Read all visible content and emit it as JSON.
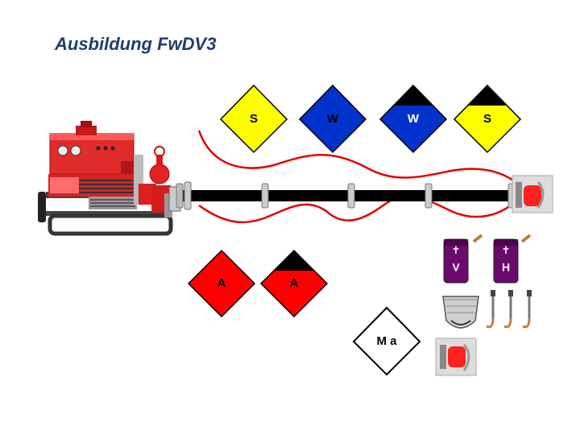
{
  "title": "Ausbildung FwDV3",
  "colors": {
    "title": "#1f3f6e",
    "red": "#ff0000",
    "blue": "#0033cc",
    "yellow": "#ffff00",
    "black": "#000000",
    "purple": "#6a0a6a",
    "hose_line": "#e00000"
  },
  "positions": [
    {
      "label": "S",
      "fill": "yellow",
      "top": "yellow",
      "text_color": "#000000"
    },
    {
      "label": "W",
      "fill": "blue",
      "top": "blue",
      "text_color": "#000000"
    },
    {
      "label": "W",
      "fill": "blue",
      "top": "black",
      "text_color": "#ffffff"
    },
    {
      "label": "S",
      "fill": "yellow",
      "top": "black",
      "text_color": "#000000"
    },
    {
      "label": "A",
      "fill": "red",
      "top": "red",
      "text_color": "#000000"
    },
    {
      "label": "A",
      "fill": "red",
      "top": "black",
      "text_color": "#000000"
    },
    {
      "label": "M a",
      "fill": "white",
      "top": "white",
      "text_color": "#000000"
    }
  ],
  "bags": [
    {
      "label": "V",
      "icon": "cross-icon"
    },
    {
      "label": "H",
      "icon": "cross-icon"
    }
  ],
  "equipment_icons": [
    "fire-pump-icon",
    "hose-icon",
    "nozzle-icon",
    "strainer-icon",
    "hook-icon",
    "coupling-icon"
  ]
}
